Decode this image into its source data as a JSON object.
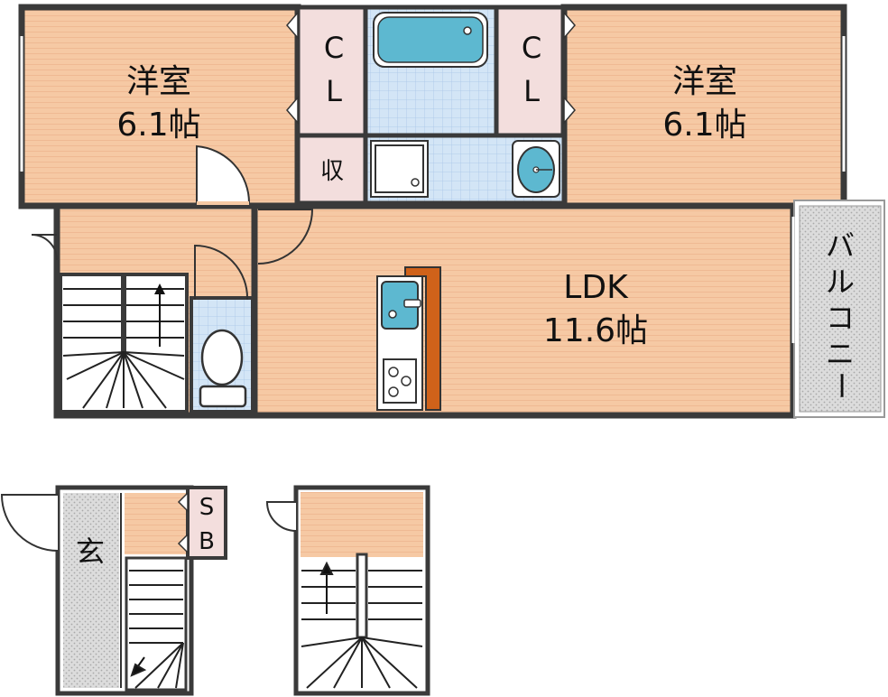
{
  "plan": {
    "rooms": {
      "western_left": {
        "name": "洋室",
        "size": "6.1帖"
      },
      "western_right": {
        "name": "洋室",
        "size": "6.1帖"
      },
      "ldk": {
        "name": "LDK",
        "size": "11.6帖"
      },
      "cl_left": {
        "line1": "C",
        "line2": "L"
      },
      "cl_right": {
        "line1": "C",
        "line2": "L"
      },
      "storage": "収",
      "balcony": [
        "バ",
        "ル",
        "コ",
        "ニ",
        "ー"
      ],
      "entrance": "玄",
      "sb": {
        "line1": "S",
        "line2": "B"
      }
    }
  },
  "colors": {
    "floor": "#f6c9a4",
    "floor_stripe": "#f0bc96",
    "wall": "#3a3a3a",
    "closet": "#f3dedd",
    "tile": "#cfe2f5",
    "fixture": "#5db8d0",
    "counter": "#d0621a",
    "balcony": "#d9d9d9"
  }
}
